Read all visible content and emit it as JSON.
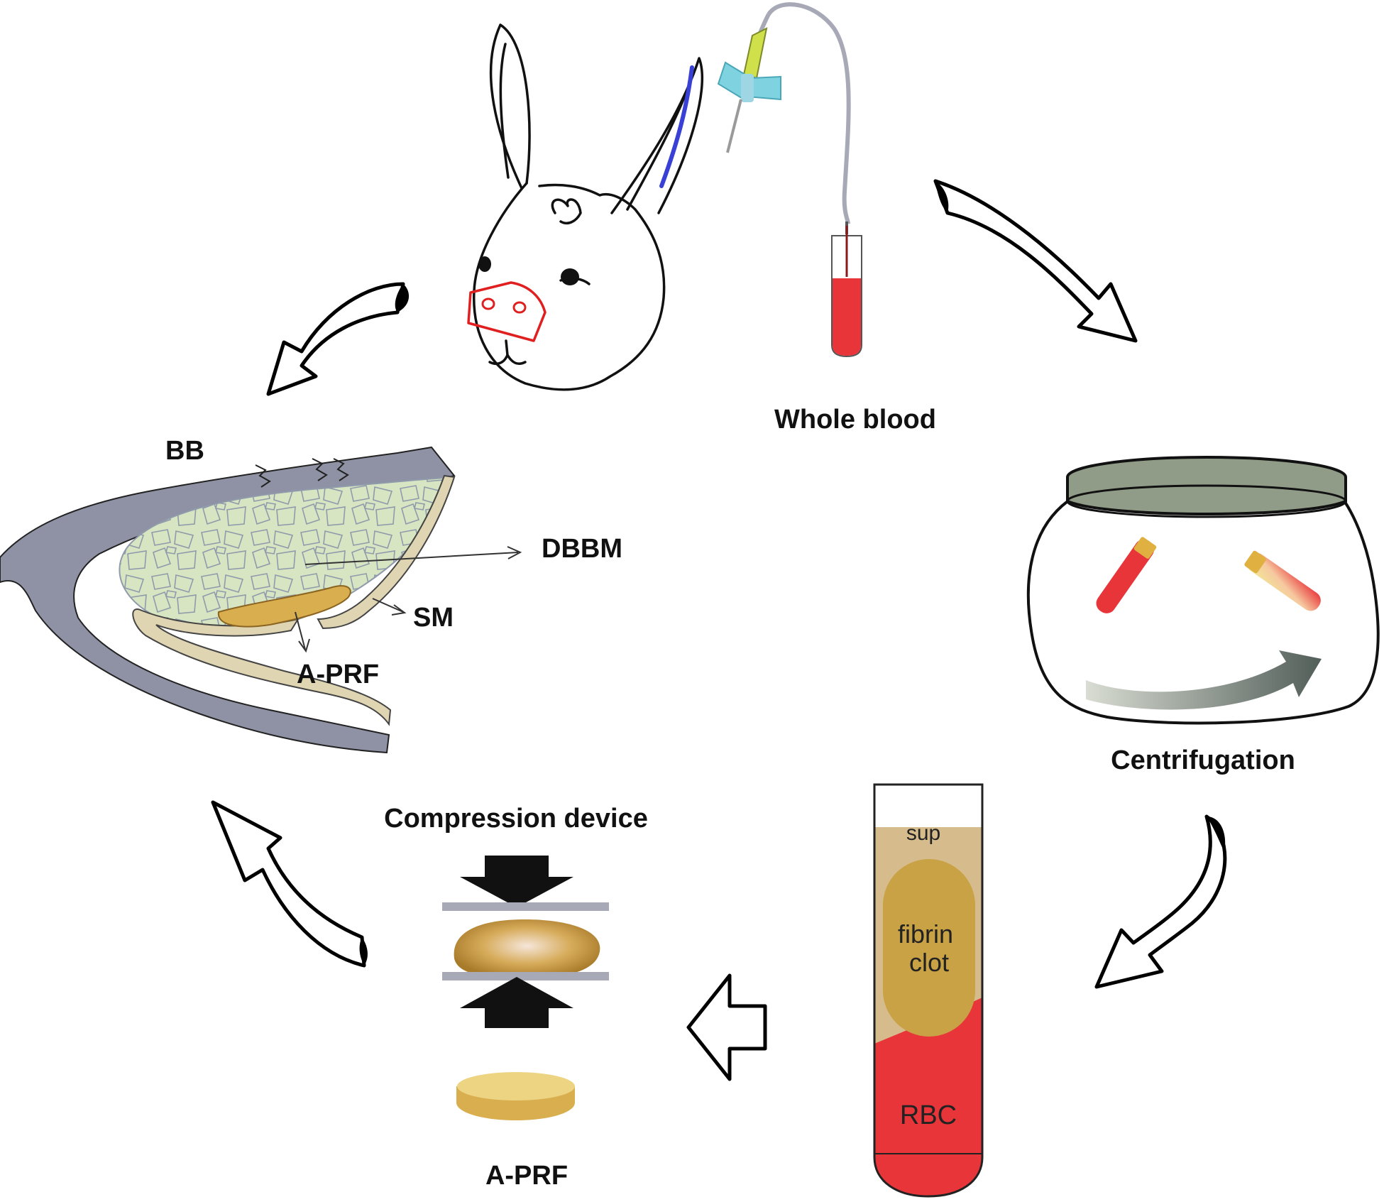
{
  "labels": {
    "whole_blood": "Whole blood",
    "centrifugation": "Centrifugation",
    "compression_device": "Compression device",
    "aprf_bottom": "A-PRF",
    "bb": "BB",
    "dbbm": "DBBM",
    "sm": "SM",
    "aprf_sinus": "A-PRF"
  },
  "tube_layers": {
    "sup": "sup",
    "fibrin_clot": "fibrin clot",
    "rbc": "RBC"
  },
  "colors": {
    "blood_red": "#e8353a",
    "bone_gray": "#8f92a4",
    "graft_green": "#d7e5c3",
    "membrane_beige": "#e0d5b2",
    "prf_gold": "#d9ae4f",
    "plasma_tan": "#d6bc8c",
    "jar_lid": "#909c87",
    "vein_blue": "#3940d6",
    "needle_cyan": "#7fd3e0",
    "needle_yellow": "#cfe04a"
  },
  "icons": [
    "rabbit-illustration",
    "butterfly-needle-icon",
    "test-tube-icon",
    "centrifuge-jar-icon",
    "compression-arrow-icon",
    "curved-arrow-icon",
    "block-arrow-icon"
  ]
}
